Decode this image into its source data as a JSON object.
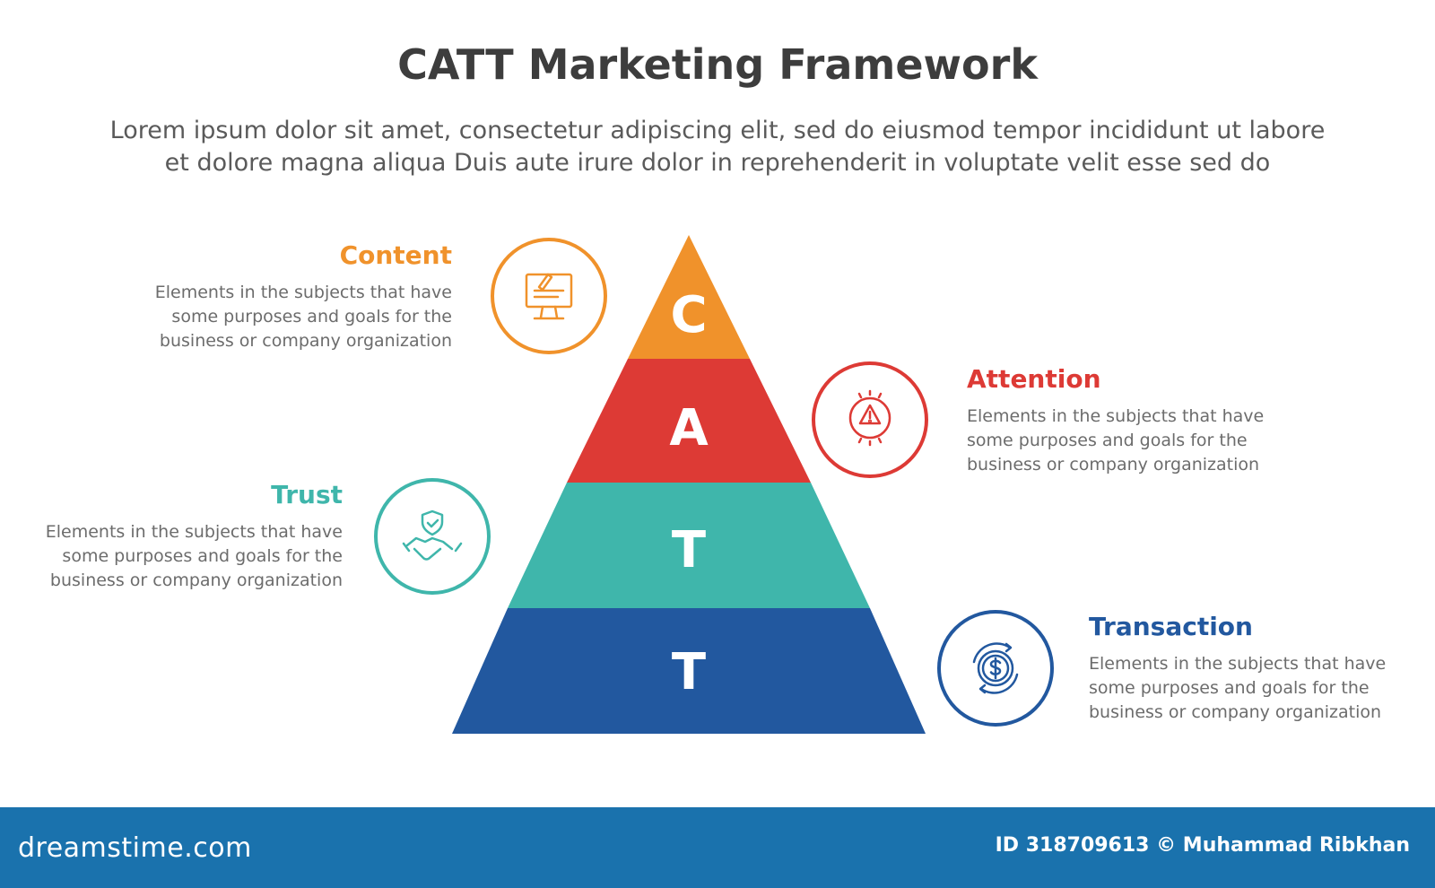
{
  "header": {
    "title": "CATT Marketing Framework",
    "subtitle_line1": "Lorem ipsum dolor sit amet, consectetur adipiscing elit, sed do eiusmod tempor incididunt ut labore",
    "subtitle_line2": "et dolore magna aliqua Duis aute irure dolor in reprehenderit in voluptate velit esse sed do"
  },
  "pyramid": {
    "layers": [
      {
        "letter": "C",
        "color": "#f0922b"
      },
      {
        "letter": "A",
        "color": "#dd3a35"
      },
      {
        "letter": "T",
        "color": "#3fb6ab"
      },
      {
        "letter": "T",
        "color": "#22589f"
      }
    ]
  },
  "items": {
    "content": {
      "heading": "Content",
      "description": "Elements in the subjects that have\nsome purposes and goals for the\nbusiness or company organization",
      "color": "#f0922b",
      "icon": "computer-monitor-icon"
    },
    "attention": {
      "heading": "Attention",
      "description": "Elements in the subjects that have\nsome purposes and goals for the\nbusiness or company organization",
      "color": "#dd3a35",
      "icon": "warning-alert-icon"
    },
    "trust": {
      "heading": "Trust",
      "description": "Elements in the subjects that have\nsome purposes and goals for the\nbusiness or company organization",
      "color": "#3fb6ab",
      "icon": "handshake-shield-icon"
    },
    "transaction": {
      "heading": "Transaction",
      "description": "Elements in the subjects that have\nsome purposes and goals for the\nbusiness or company organization",
      "color": "#22589f",
      "icon": "dollar-exchange-icon"
    }
  },
  "footer": {
    "logo": "dreamstime.com",
    "credit": "ID 318709613 © Muhammad Ribkhan",
    "background": "#1a72ad"
  }
}
